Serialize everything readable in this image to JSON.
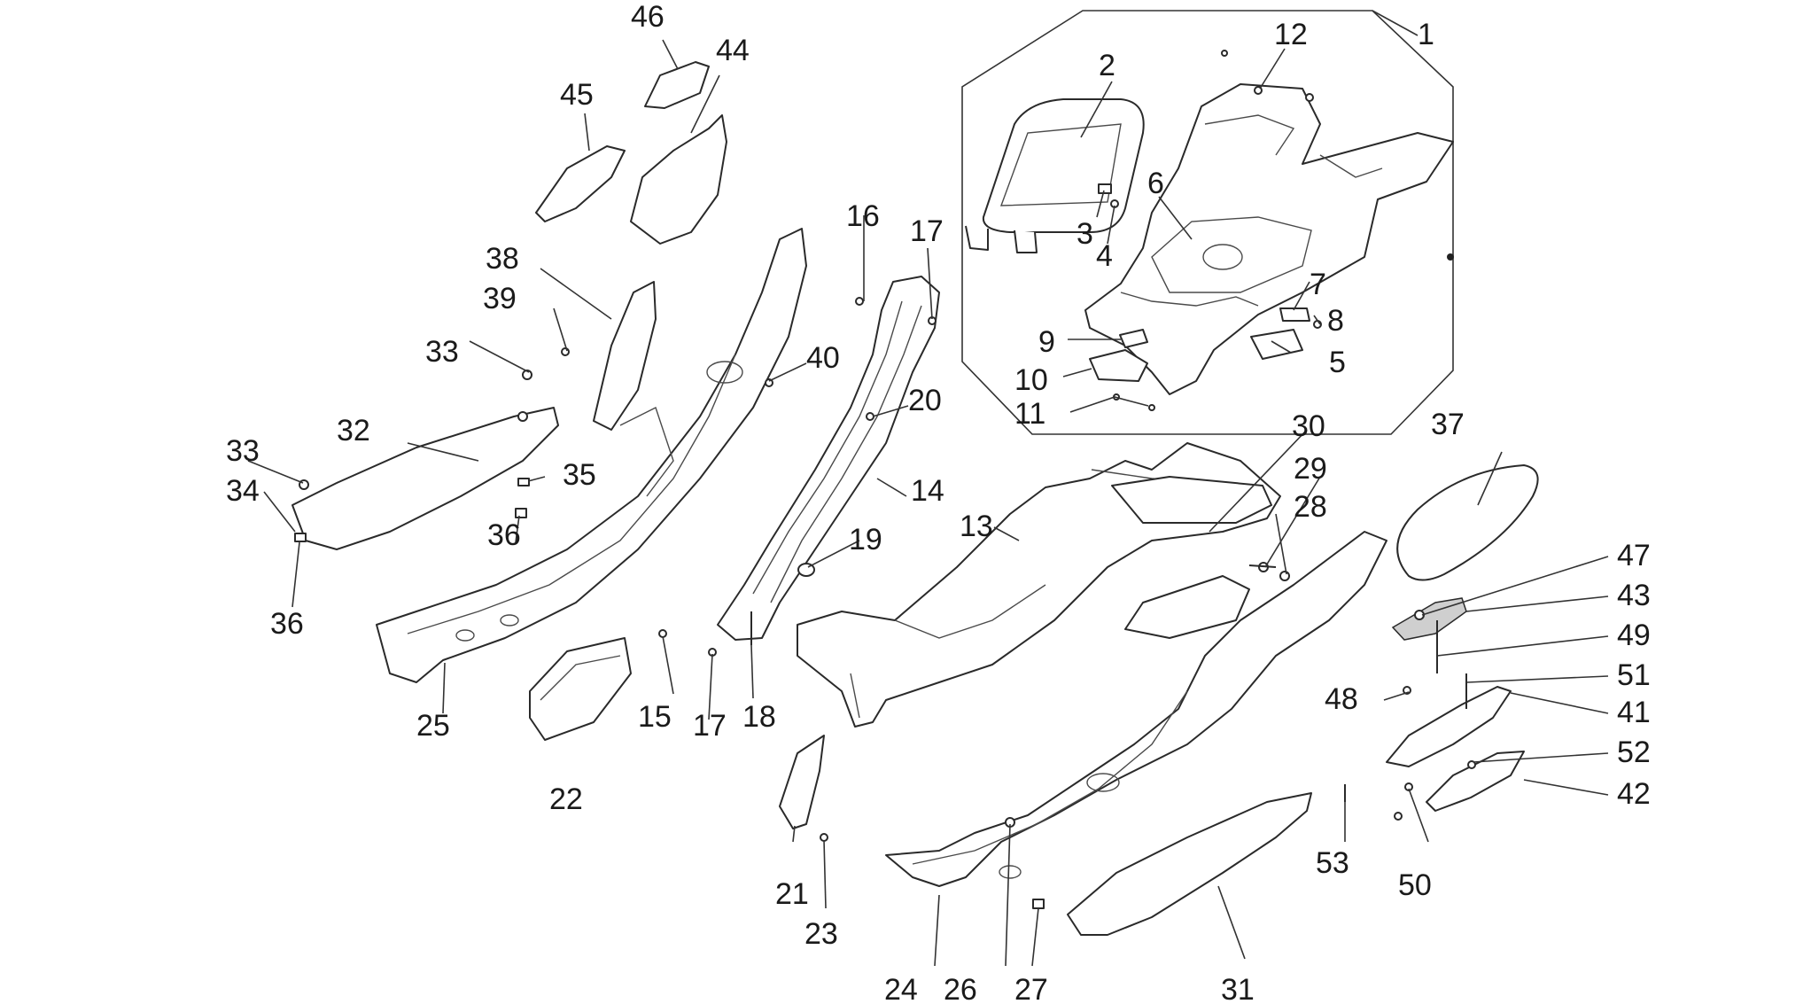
{
  "callouts": [
    {
      "id": "c1",
      "text": "1"
    },
    {
      "id": "c2",
      "text": "2"
    },
    {
      "id": "c3",
      "text": "3"
    },
    {
      "id": "c4",
      "text": "4"
    },
    {
      "id": "c5",
      "text": "5"
    },
    {
      "id": "c6",
      "text": "6"
    },
    {
      "id": "c7",
      "text": "7"
    },
    {
      "id": "c8",
      "text": "8"
    },
    {
      "id": "c9",
      "text": "9"
    },
    {
      "id": "c10",
      "text": "10"
    },
    {
      "id": "c11",
      "text": "11"
    },
    {
      "id": "c12",
      "text": "12"
    },
    {
      "id": "c13",
      "text": "13"
    },
    {
      "id": "c14",
      "text": "14"
    },
    {
      "id": "c15",
      "text": "15"
    },
    {
      "id": "c16",
      "text": "16"
    },
    {
      "id": "c17a",
      "text": "17"
    },
    {
      "id": "c17b",
      "text": "17"
    },
    {
      "id": "c18",
      "text": "18"
    },
    {
      "id": "c19",
      "text": "19"
    },
    {
      "id": "c20",
      "text": "20"
    },
    {
      "id": "c21",
      "text": "21"
    },
    {
      "id": "c22",
      "text": "22"
    },
    {
      "id": "c23",
      "text": "23"
    },
    {
      "id": "c24",
      "text": "24"
    },
    {
      "id": "c25",
      "text": "25"
    },
    {
      "id": "c26",
      "text": "26"
    },
    {
      "id": "c27",
      "text": "27"
    },
    {
      "id": "c28",
      "text": "28"
    },
    {
      "id": "c29",
      "text": "29"
    },
    {
      "id": "c30",
      "text": "30"
    },
    {
      "id": "c31",
      "text": "31"
    },
    {
      "id": "c32",
      "text": "32"
    },
    {
      "id": "c33a",
      "text": "33"
    },
    {
      "id": "c33b",
      "text": "33"
    },
    {
      "id": "c34",
      "text": "34"
    },
    {
      "id": "c35",
      "text": "35"
    },
    {
      "id": "c36a",
      "text": "36"
    },
    {
      "id": "c36b",
      "text": "36"
    },
    {
      "id": "c37",
      "text": "37"
    },
    {
      "id": "c38",
      "text": "38"
    },
    {
      "id": "c39",
      "text": "39"
    },
    {
      "id": "c40",
      "text": "40"
    },
    {
      "id": "c41",
      "text": "41"
    },
    {
      "id": "c42",
      "text": "42"
    },
    {
      "id": "c43",
      "text": "43"
    },
    {
      "id": "c44",
      "text": "44"
    },
    {
      "id": "c45",
      "text": "45"
    },
    {
      "id": "c46",
      "text": "46"
    },
    {
      "id": "c47",
      "text": "47"
    },
    {
      "id": "c48",
      "text": "48"
    },
    {
      "id": "c49",
      "text": "49"
    },
    {
      "id": "c50",
      "text": "50"
    },
    {
      "id": "c51",
      "text": "51"
    },
    {
      "id": "c52",
      "text": "52"
    },
    {
      "id": "c53",
      "text": "53"
    }
  ]
}
